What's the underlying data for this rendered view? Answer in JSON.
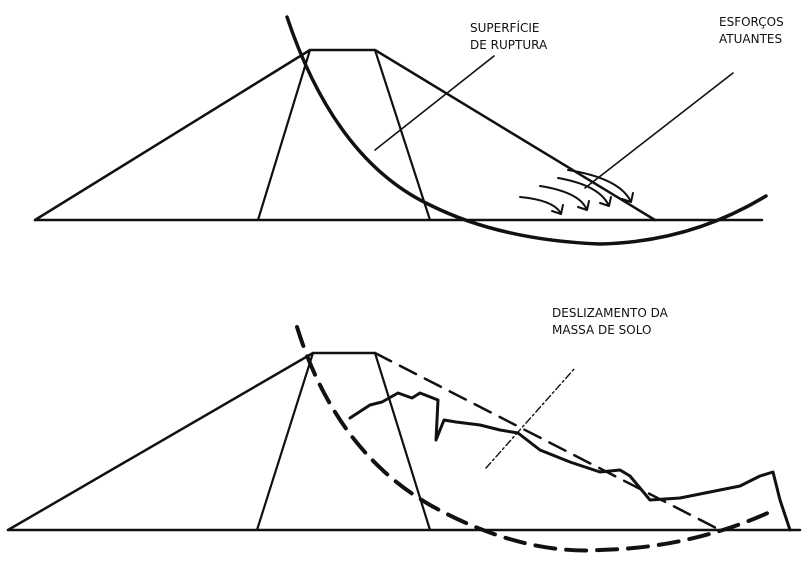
{
  "labels": {
    "rupture_surface": [
      "SUPERFÍCIE",
      "DE RUPTURA"
    ],
    "acting_forces": [
      "ESFORÇOS",
      "ATUANTES"
    ],
    "soil_mass_slide": [
      "DESLIZAMENTO DA",
      "MASSA DE SOLO"
    ]
  },
  "colors": {
    "ink": "#111111",
    "background": "#ffffff"
  }
}
